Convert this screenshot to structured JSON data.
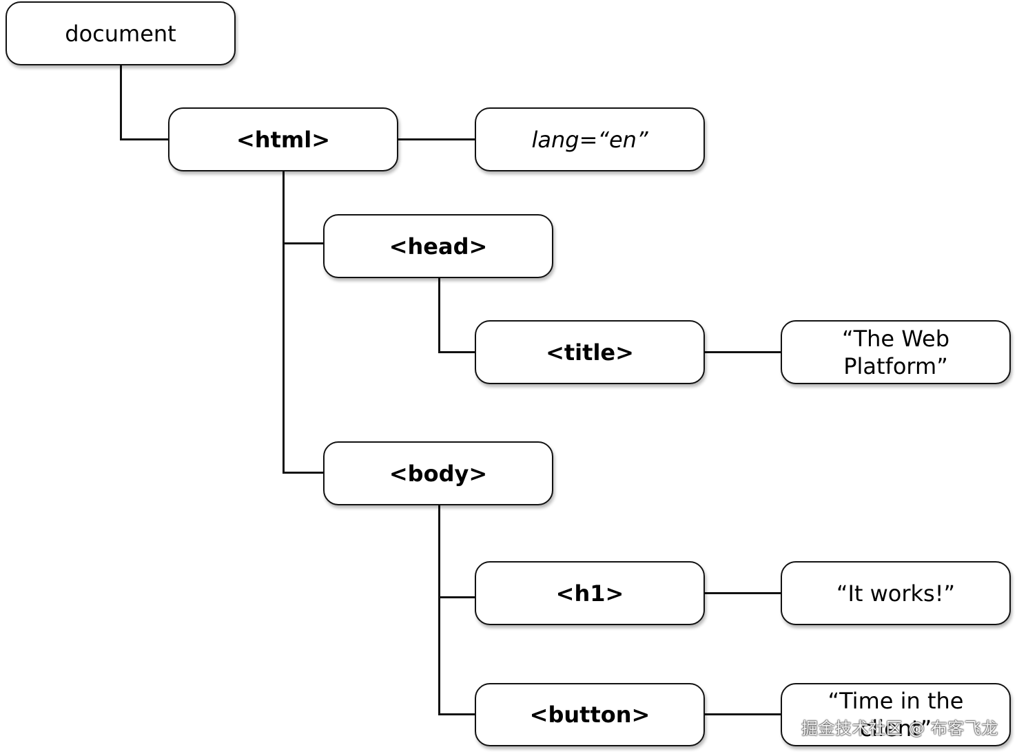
{
  "nodes": {
    "document": "document",
    "html": "<html>",
    "lang": "lang=“en”",
    "head": "<head>",
    "title": "<title>",
    "title_text": "“The Web Platform”",
    "body": "<body>",
    "h1": "<h1>",
    "h1_text": "“It works!”",
    "button": "<button>",
    "button_text": "“Time in the client”"
  },
  "watermark": "掘金技术社区 @ 布客飞龙",
  "colors": {
    "stroke": "#111111",
    "background": "#ffffff"
  }
}
